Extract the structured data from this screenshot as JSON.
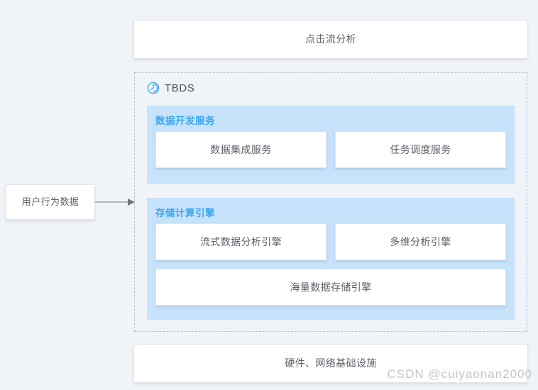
{
  "background_color": "#f0f3f7",
  "accent_color": "#39a7f2",
  "panel_color": "#c7e2fb",
  "top_band": {
    "label": "点击流分析"
  },
  "source": {
    "label": "用户行为数据",
    "arrow_icon": "arrow-right-icon"
  },
  "tbds": {
    "title": "TBDS",
    "logo_icon": "tbds-logo-icon",
    "groups": [
      {
        "id": "data-development-service",
        "title": "数据开发服务",
        "items": [
          {
            "label": "数据集成服务",
            "span": "half"
          },
          {
            "label": "任务调度服务",
            "span": "half"
          }
        ]
      },
      {
        "id": "storage-compute-engine",
        "title": "存储计算引擎",
        "items": [
          {
            "label": "流式数据分析引擎",
            "span": "half"
          },
          {
            "label": "多维分析引擎",
            "span": "half"
          },
          {
            "label": "海量数据存储引擎",
            "span": "full"
          }
        ]
      }
    ]
  },
  "bottom_band": {
    "label": "硬件、网络基础设施"
  },
  "watermark": {
    "text": "CSDN @cuiyaonan2000"
  }
}
